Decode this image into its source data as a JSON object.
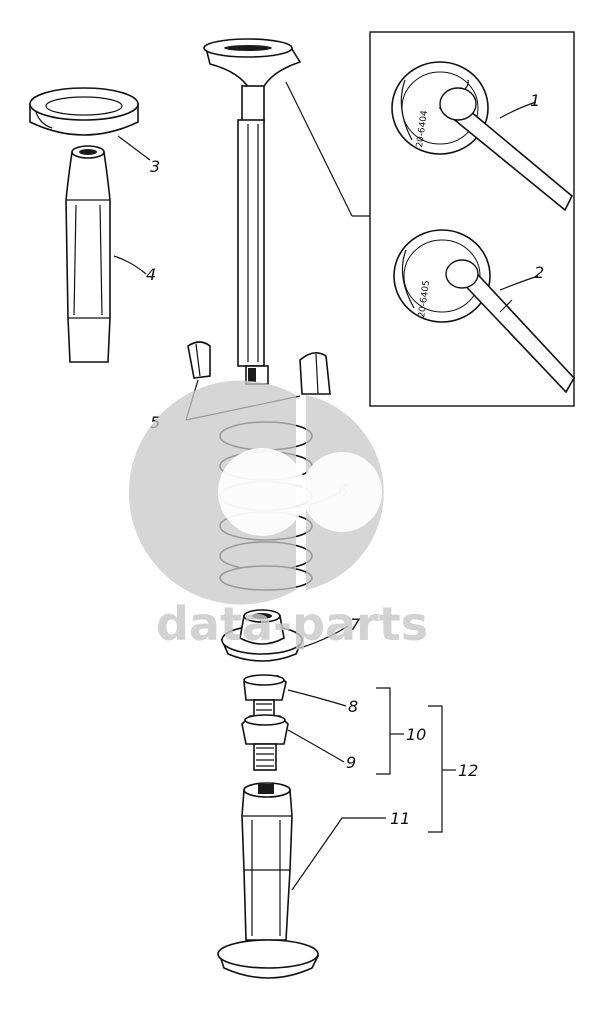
{
  "callouts": {
    "c1": "1",
    "c2": "2",
    "c3": "3",
    "c4": "4",
    "c5": "5",
    "c6": "6",
    "c7": "7",
    "c8": "8",
    "c9": "9",
    "c10": "10",
    "c11": "11",
    "c12": "12"
  },
  "stamps": {
    "valve1": "20-6404",
    "valve2": "20-6405"
  },
  "watermark": {
    "text": "data-parts",
    "color": "#c8c8c8"
  }
}
